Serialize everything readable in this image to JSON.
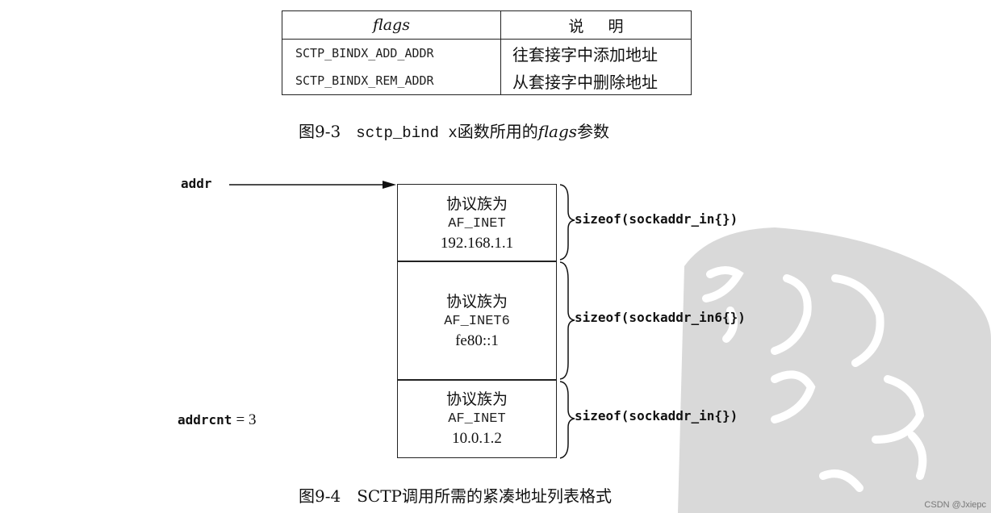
{
  "table": {
    "header_flags": "flags",
    "header_desc": "说明",
    "rows": [
      {
        "flag": "SCTP_BINDX_ADD_ADDR",
        "desc": "往套接字中添加地址"
      },
      {
        "flag": "SCTP_BINDX_REM_ADDR",
        "desc": "从套接字中删除地址"
      }
    ]
  },
  "fig93": {
    "number": "图9-3",
    "func": "sctp_bind x",
    "text_mid": "函数所用的",
    "flags_word": "flags",
    "text_end": "参数"
  },
  "fig94": {
    "addr_label": "addr",
    "addrcnt_label": "addrcnt",
    "addrcnt_value": "= 3",
    "entries": [
      {
        "family_label": "协议族为",
        "family": "AF_INET",
        "address": "192.168.1.1",
        "size_label": "sizeof(sockaddr_in{})"
      },
      {
        "family_label": "协议族为",
        "family": "AF_INET6",
        "address": "fe80::1",
        "size_label": "sizeof(sockaddr_in6{})"
      },
      {
        "family_label": "协议族为",
        "family": "AF_INET",
        "address": "10.0.1.2",
        "size_label": "sizeof(sockaddr_in{})"
      }
    ],
    "caption": "图9-4　SCTP调用所需的紧凑地址列表格式"
  },
  "watermark_text": "CSDN @Jxiepc"
}
